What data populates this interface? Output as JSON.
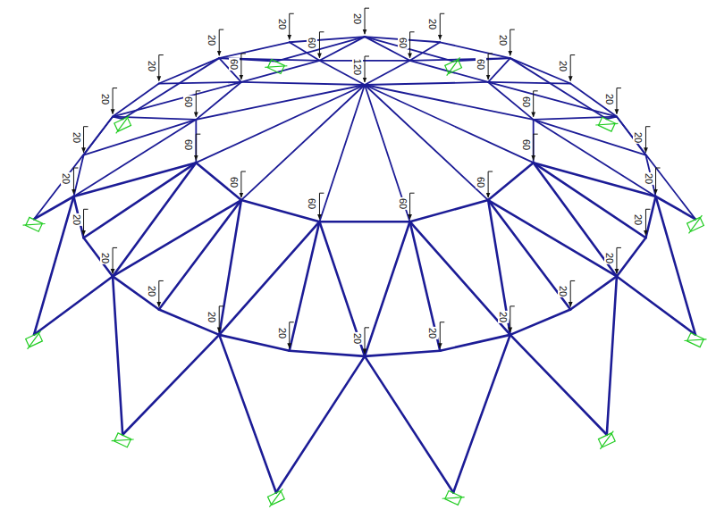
{
  "diagram": {
    "labels": [
      "120",
      "60",
      "60",
      "60",
      "60",
      "60",
      "60",
      "60",
      "60",
      "60",
      "60",
      "60",
      "60",
      "20",
      "20",
      "20",
      "20",
      "20",
      "20",
      "20",
      "20",
      "20",
      "20",
      "20",
      "20",
      "20",
      "20",
      "20",
      "20",
      "20",
      "20",
      "20",
      "20",
      "20",
      "20",
      "20",
      "20"
    ]
  }
}
